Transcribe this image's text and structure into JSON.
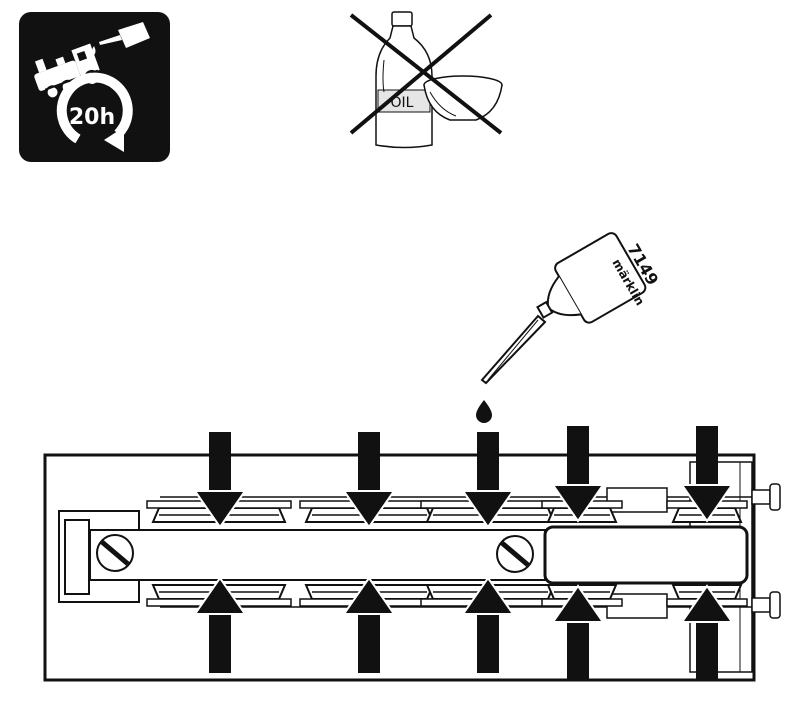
{
  "service_icon": {
    "interval_label": "20h"
  },
  "no_oil": {
    "bottle_label": "OIL"
  },
  "oiler": {
    "brand": "märklin",
    "part_number": "7149"
  },
  "colors": {
    "ink": "#111111",
    "paper": "#ffffff",
    "grey": "#d8d8d8"
  }
}
